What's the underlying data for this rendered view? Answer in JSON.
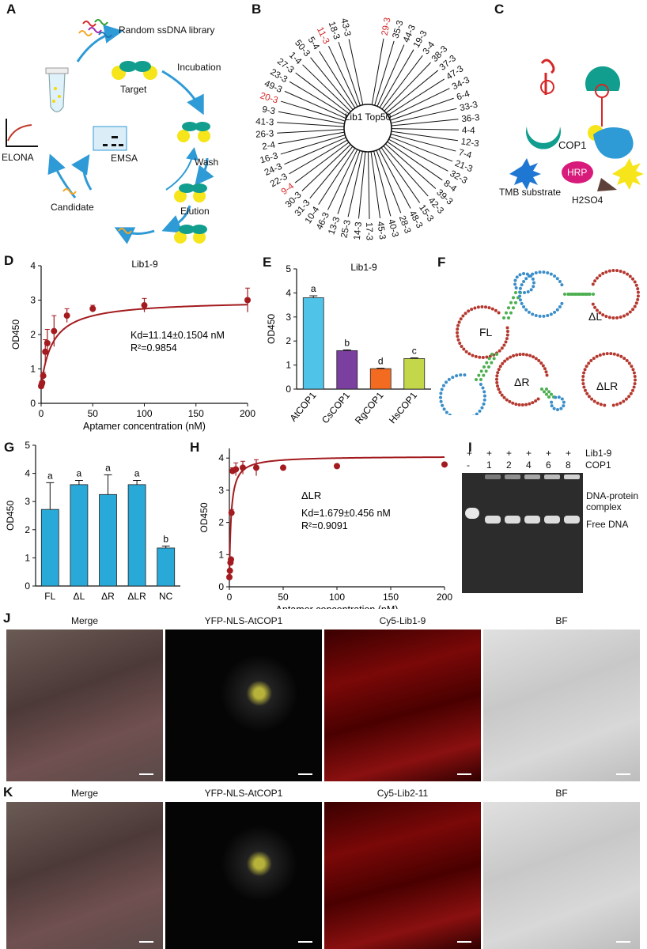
{
  "panels": {
    "A": {
      "label": "A",
      "library": "Random ssDNA library",
      "incubation": "Incubation",
      "target": "Target",
      "wash": "Wash",
      "elution": "Elution",
      "candidate": "Candidate",
      "elona": "ELONA",
      "emsa": "EMSA"
    },
    "B": {
      "label": "B",
      "center": "Lib1 Top50",
      "leaves_left": [
        "43-3",
        "18-3",
        "11-3",
        "5-4",
        "50-3",
        "1-4",
        "27-3",
        "23-3",
        "49-3",
        "20-3",
        "9-3",
        "41-3",
        "26-3",
        "2-4",
        "16-3",
        "24-3",
        "22-3",
        "9-4",
        "30-3",
        "31-3",
        "10-4",
        "46-3",
        "13-3"
      ],
      "leaves_right": [
        "29-3",
        "35-3",
        "44-3",
        "19-3",
        "3-4",
        "38-3",
        "37-3",
        "47-3",
        "34-3",
        "6-4",
        "33-3",
        "36-3",
        "4-4",
        "12-3",
        "7-4",
        "21-3",
        "32-3",
        "8-4",
        "39-3",
        "42-3",
        "15-3",
        "48-3",
        "28-3",
        "40-3",
        "45-3",
        "17-3",
        "14-3",
        "25-3"
      ],
      "highlighted": [
        "11-3",
        "20-3",
        "9-4",
        "29-3"
      ]
    },
    "C": {
      "label": "C",
      "cop1": "COP1",
      "hrp": "HRP",
      "tmb": "TMB substrate",
      "h2so4": "H2SO4"
    },
    "F": {
      "label": "F",
      "fl": "FL",
      "dl": "ΔL",
      "dr": "ΔR",
      "dlr": "ΔLR"
    },
    "I": {
      "label": "I",
      "row1_label": "Lib1-9",
      "row2_label": "COP1",
      "row1": [
        "+",
        "+",
        "+",
        "+",
        "+",
        "+"
      ],
      "row2": [
        "-",
        "1",
        "2",
        "4",
        "6",
        "8"
      ],
      "complex": "DNA-protein complex",
      "free": "Free DNA"
    },
    "J": {
      "label": "J",
      "captions": [
        "Merge",
        "YFP-NLS-AtCOP1",
        "Cy5-Lib1-9",
        "BF"
      ]
    },
    "K": {
      "label": "K",
      "captions": [
        "Merge",
        "YFP-NLS-AtCOP1",
        "Cy5-Lib2-11",
        "BF"
      ]
    }
  },
  "chart_data": [
    {
      "panel": "D",
      "type": "scatter",
      "title": "Lib1-9",
      "xlabel": "Aptamer concentration (nM)",
      "ylabel": "OD450",
      "xlim": [
        0,
        200
      ],
      "ylim": [
        0,
        4
      ],
      "xticks": [
        0,
        50,
        100,
        150,
        200
      ],
      "yticks": [
        0,
        1,
        2,
        3,
        4
      ],
      "x": [
        0,
        0.5,
        1,
        2,
        4,
        6,
        12.5,
        25,
        50,
        100,
        200
      ],
      "y": [
        0.5,
        0.55,
        0.6,
        0.8,
        1.5,
        1.75,
        2.1,
        2.55,
        2.75,
        2.85,
        3.0
      ],
      "err": [
        0.05,
        0.05,
        0.05,
        0.1,
        0.35,
        0.4,
        0.45,
        0.2,
        0.1,
        0.2,
        0.35
      ],
      "fit": {
        "bmax": 3.0,
        "kd": 11.14,
        "b0": 0.5
      },
      "annotation": [
        "Kd=11.14±0.1504 nM",
        "R²=0.9854"
      ],
      "color": "#a31b1f"
    },
    {
      "panel": "E",
      "type": "bar",
      "title": "Lib1-9",
      "ylabel": "OD450",
      "ylim": [
        0,
        5
      ],
      "yticks": [
        0,
        1,
        2,
        3,
        4,
        5
      ],
      "categories": [
        "AtCOP1",
        "CsCOP1",
        "RgCOP1",
        "HsCOP1"
      ],
      "values": [
        3.8,
        1.6,
        0.85,
        1.27
      ],
      "err": [
        0.08,
        0.03,
        0.02,
        0.03
      ],
      "letters": [
        "a",
        "b",
        "d",
        "c"
      ],
      "colors": [
        "#4fc3e8",
        "#7b3fa0",
        "#f26b21",
        "#c4d64a"
      ]
    },
    {
      "panel": "G",
      "type": "bar",
      "ylabel": "OD450",
      "ylim": [
        0,
        5
      ],
      "yticks": [
        0,
        1,
        2,
        3,
        4,
        5
      ],
      "categories": [
        "FL",
        "ΔL",
        "ΔR",
        "ΔLR",
        "NC"
      ],
      "values": [
        2.72,
        3.6,
        3.25,
        3.6,
        1.35
      ],
      "err": [
        0.95,
        0.15,
        0.7,
        0.15,
        0.07
      ],
      "letters": [
        "a",
        "a",
        "a",
        "a",
        "b"
      ],
      "color": "#29a9d8"
    },
    {
      "panel": "H",
      "type": "scatter",
      "title": "ΔLR",
      "xlabel": "Aptamer concentration (nM)",
      "ylabel": "OD450",
      "xlim": [
        0,
        200
      ],
      "ylim": [
        0,
        4.3
      ],
      "xticks": [
        0,
        50,
        100,
        150,
        200
      ],
      "yticks": [
        0,
        1,
        2,
        3,
        4
      ],
      "x": [
        0,
        0.5,
        1,
        1.5,
        2,
        3,
        6,
        12.5,
        25,
        50,
        100,
        200
      ],
      "y": [
        0.3,
        0.5,
        0.75,
        0.85,
        2.3,
        3.6,
        3.65,
        3.7,
        3.7,
        3.7,
        3.75,
        3.8
      ],
      "err": [
        0.05,
        0.05,
        0.05,
        0.05,
        0.1,
        0.1,
        0.2,
        0.2,
        0.25,
        0,
        0,
        0
      ],
      "fit": {
        "bmax": 4.06,
        "kd": 1.679,
        "b0": 0.3
      },
      "annotation": [
        "Kd=1.679±0.456 nM",
        "R²=0.9091"
      ],
      "color": "#a31b1f"
    }
  ]
}
